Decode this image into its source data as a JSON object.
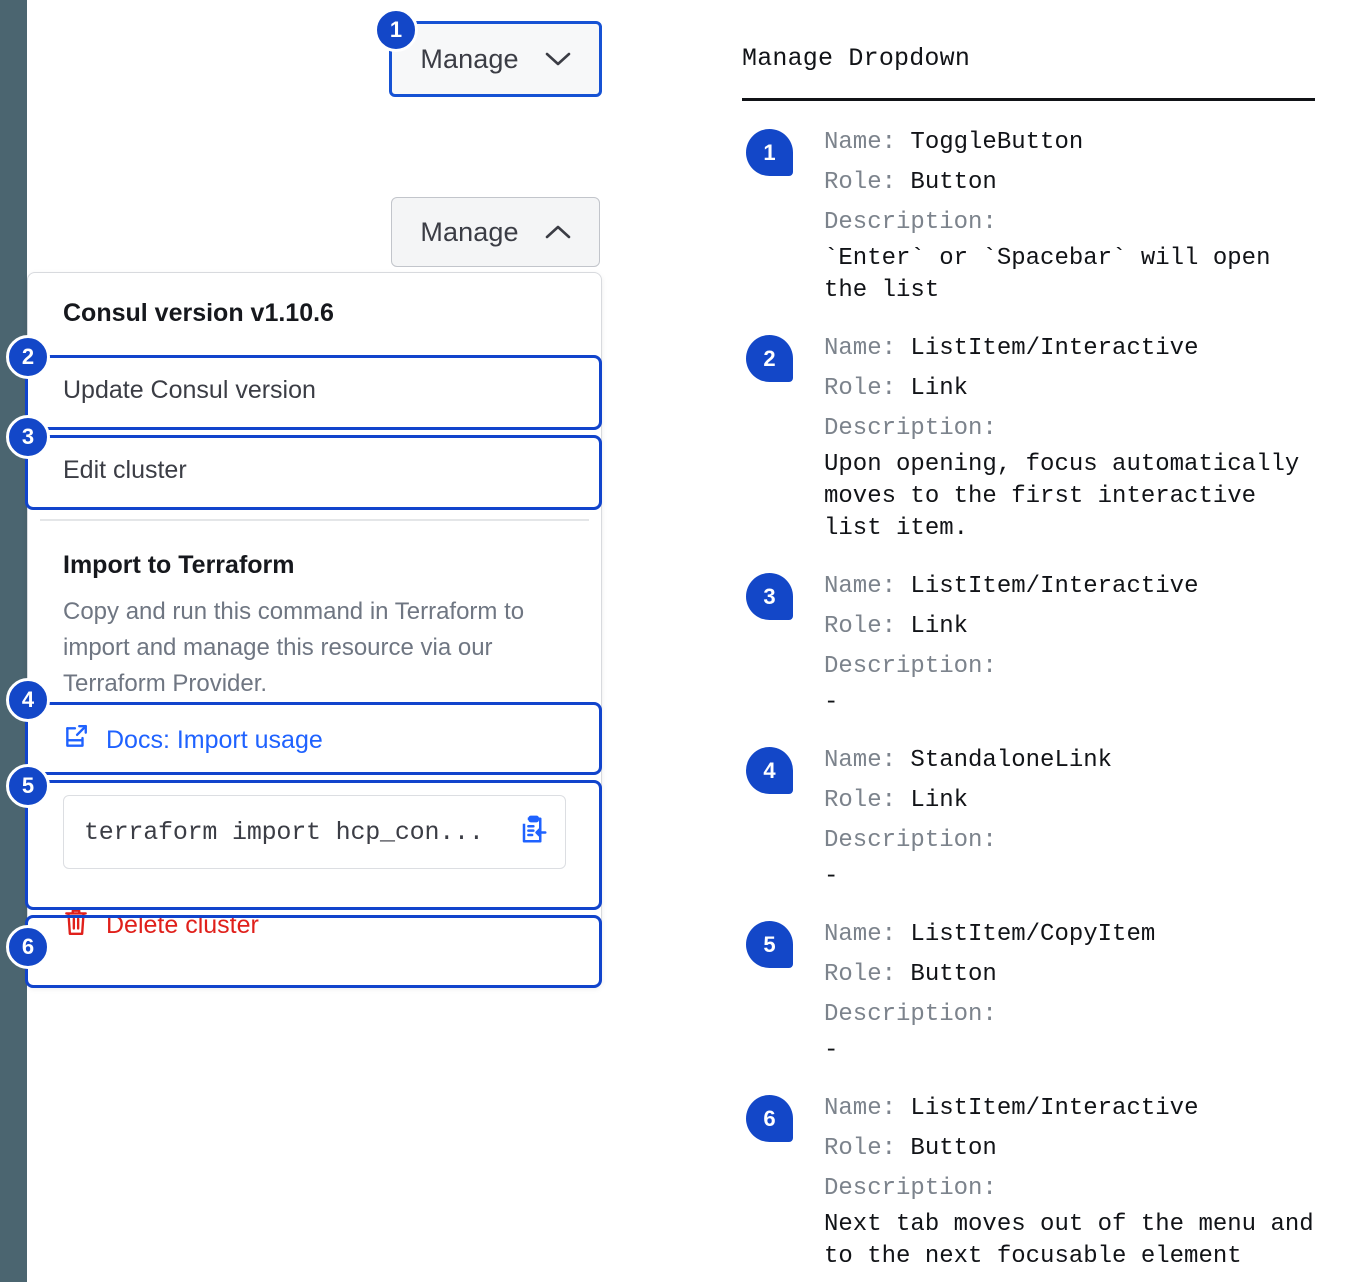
{
  "rail": {
    "color": "#4b6570"
  },
  "colors": {
    "accent_blue": "#1144cc",
    "badge_blue": "#1347c8",
    "link_blue": "#1f62ff",
    "danger_red": "#e0201b",
    "muted_gray": "#6f7682"
  },
  "ui": {
    "manage_button_closed": {
      "label": "Manage",
      "icon": "chevron-down-icon",
      "state": "collapsed-focused"
    },
    "manage_button_open": {
      "label": "Manage",
      "icon": "chevron-up-icon",
      "state": "expanded"
    },
    "dropdown": {
      "version_header": "Consul version v1.10.6",
      "items": [
        {
          "label": "Update Consul version"
        },
        {
          "label": "Edit cluster"
        }
      ],
      "terraform": {
        "title": "Import to Terraform",
        "description": "Copy and run this command in Terraform to import and manage this resource via our Terraform Provider.",
        "docs_link": "Docs: Import usage",
        "docs_icon": "external-link-icon",
        "command": "terraform import hcp_con...",
        "copy_icon": "copy-to-clipboard-icon"
      },
      "delete": {
        "label": "Delete cluster",
        "icon": "trash-icon"
      }
    },
    "markers": [
      "1",
      "2",
      "3",
      "4",
      "5",
      "6"
    ]
  },
  "legend": {
    "title": "Manage Dropdown",
    "labels": {
      "name": "Name:",
      "role": "Role:",
      "description": "Description:"
    },
    "entries": [
      {
        "number": "1",
        "name": "ToggleButton",
        "role": "Button",
        "description": "`Enter` or `Spacebar` will open\nthe list"
      },
      {
        "number": "2",
        "name": "ListItem/Interactive",
        "role": "Link",
        "description": "Upon opening, focus automatically\nmoves to the first interactive\nlist item."
      },
      {
        "number": "3",
        "name": "ListItem/Interactive",
        "role": "Link",
        "description": "-"
      },
      {
        "number": "4",
        "name": "StandaloneLink",
        "role": "Link",
        "description": "-"
      },
      {
        "number": "5",
        "name": "ListItem/CopyItem",
        "role": "Button",
        "description": "-"
      },
      {
        "number": "6",
        "name": "ListItem/Interactive",
        "role": "Button",
        "description": "Next tab moves out of the menu and\nto the next focusable element"
      }
    ]
  }
}
